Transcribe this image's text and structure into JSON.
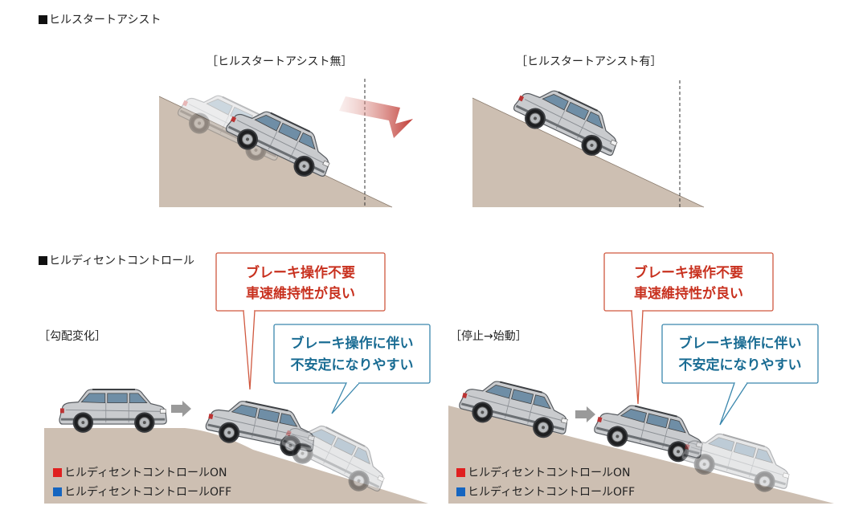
{
  "hill_start": {
    "title": "ヒルスタートアシスト",
    "without_label": "［ヒルスタートアシスト無］",
    "with_label": "［ヒルスタートアシスト有］"
  },
  "hill_descent": {
    "title": "ヒルディセントコントロール",
    "panels": [
      {
        "label": "［勾配変化］",
        "callout_red": [
          "ブレーキ操作不要",
          "車速維持性が良い"
        ],
        "callout_blue": [
          "ブレーキ操作に伴い",
          "不安定になりやすい"
        ],
        "legend_on": "ヒルディセントコントロールON",
        "legend_off": "ヒルディセントコントロールOFF"
      },
      {
        "label": "［停止→始動］",
        "callout_red": [
          "ブレーキ操作不要",
          "車速維持性が良い"
        ],
        "callout_blue": [
          "ブレーキ操作に伴い",
          "不安定になりやすい"
        ],
        "legend_on": "ヒルディセントコントロールON",
        "legend_off": "ヒルディセントコントロールOFF"
      }
    ]
  },
  "colors": {
    "ground": "#cdbfb2",
    "ground_edge": "#8a7b6d",
    "red_text": "#c8311f",
    "red_border": "#d0583f",
    "blue_text": "#1a6c93",
    "blue_border": "#3a87ad",
    "legend_red": "#e02020",
    "legend_blue": "#1565c0",
    "arrow_red": "#c03a34",
    "arrow_gray": "#9a9a9a"
  }
}
